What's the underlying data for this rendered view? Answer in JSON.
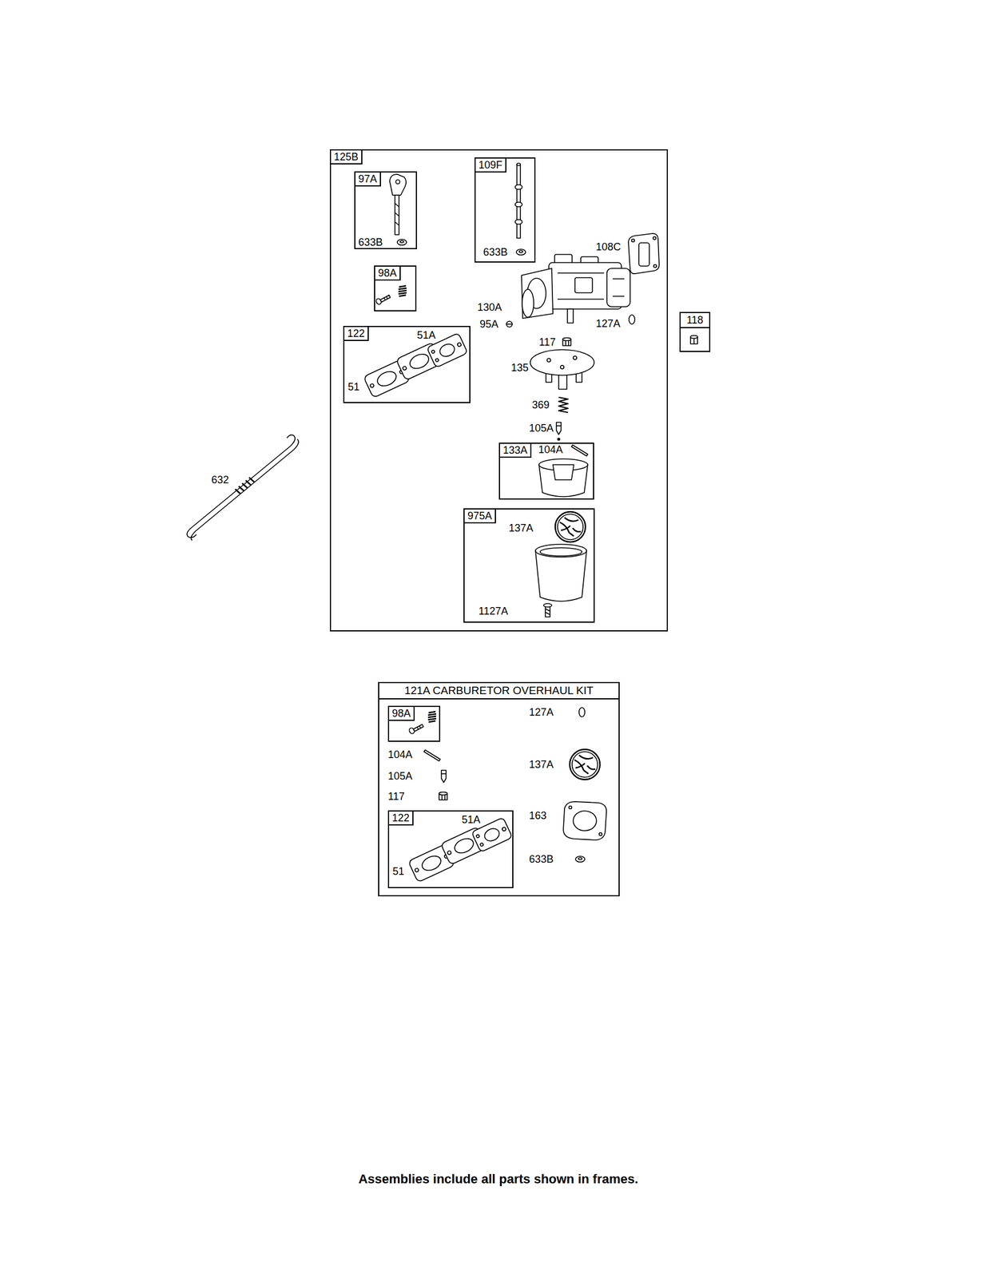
{
  "diagram": {
    "caption": "Assemblies include all parts shown in frames.",
    "nodes": [
      {
        "text": [
          "125B"
        ]
      },
      {
        "text": [
          "97A"
        ],
        "in": 0
      },
      {
        "text": [
          "109F"
        ],
        "in": 0
      },
      {
        "text": [
          "98A"
        ],
        "in": 0
      },
      {
        "text": [
          "122"
        ],
        "in": 0
      },
      {
        "text": [
          "133A"
        ],
        "in": 0
      },
      {
        "text": [
          "975A"
        ],
        "in": 0
      },
      {
        "text": [
          "118"
        ]
      },
      {
        "text": [
          "121A CARBURETOR OVERHAUL KIT"
        ]
      },
      {
        "text": [
          "98A"
        ],
        "in": 8
      },
      {
        "text": [
          "122"
        ],
        "in": 8
      }
    ],
    "labels": [
      "633B",
      "633B",
      "108C",
      "130A",
      "95A",
      "127A",
      "117",
      "135",
      "51A",
      "51",
      "369",
      "105A",
      "104A",
      "137A",
      "1127A",
      "632",
      "127A",
      "104A",
      "105A",
      "117",
      "137A",
      "163",
      "51A",
      "51",
      "633B"
    ]
  }
}
